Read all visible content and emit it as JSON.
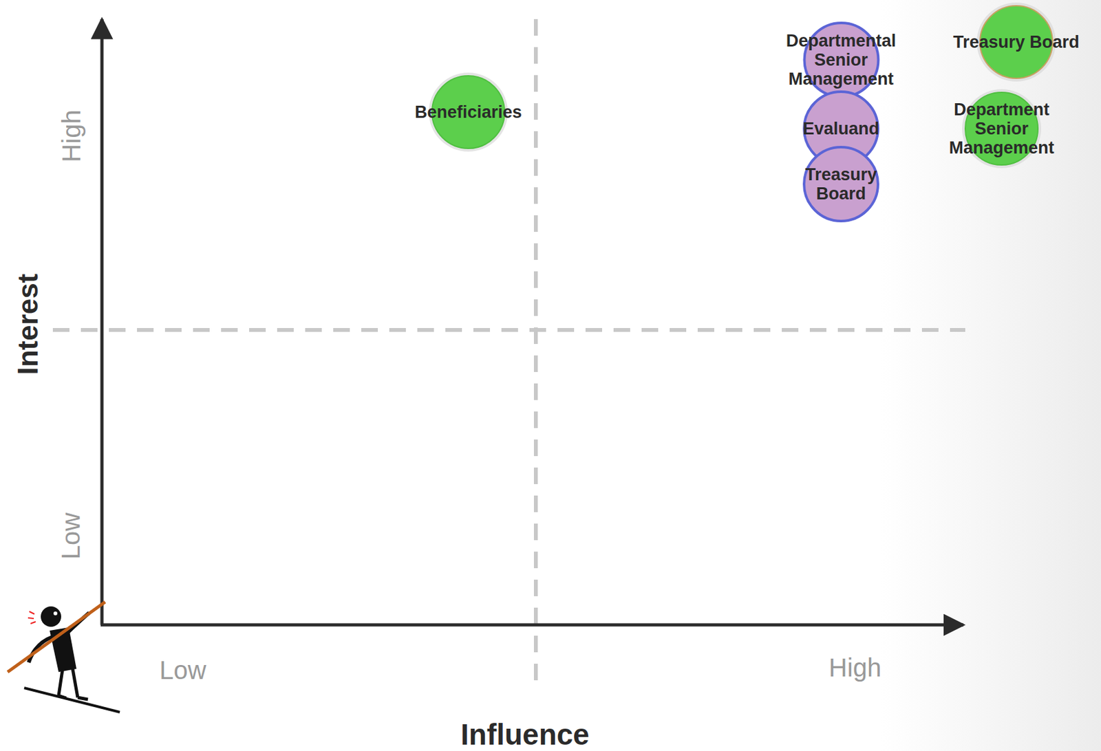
{
  "diagram": {
    "nodes": [
      {
        "text": [
          "Departmental Senior Management"
        ]
      },
      {
        "text": [
          "Treasury Board"
        ]
      },
      {
        "text": [
          "Beneficiaries"
        ]
      },
      {
        "text": [
          "Department Senior Management"
        ]
      },
      {
        "text": [
          "Evaluand"
        ]
      },
      {
        "text": [
          "Treasury Board"
        ]
      }
    ],
    "labels": [
      "High",
      "Low",
      "Interest",
      "Low",
      "High",
      "Influence"
    ]
  }
}
